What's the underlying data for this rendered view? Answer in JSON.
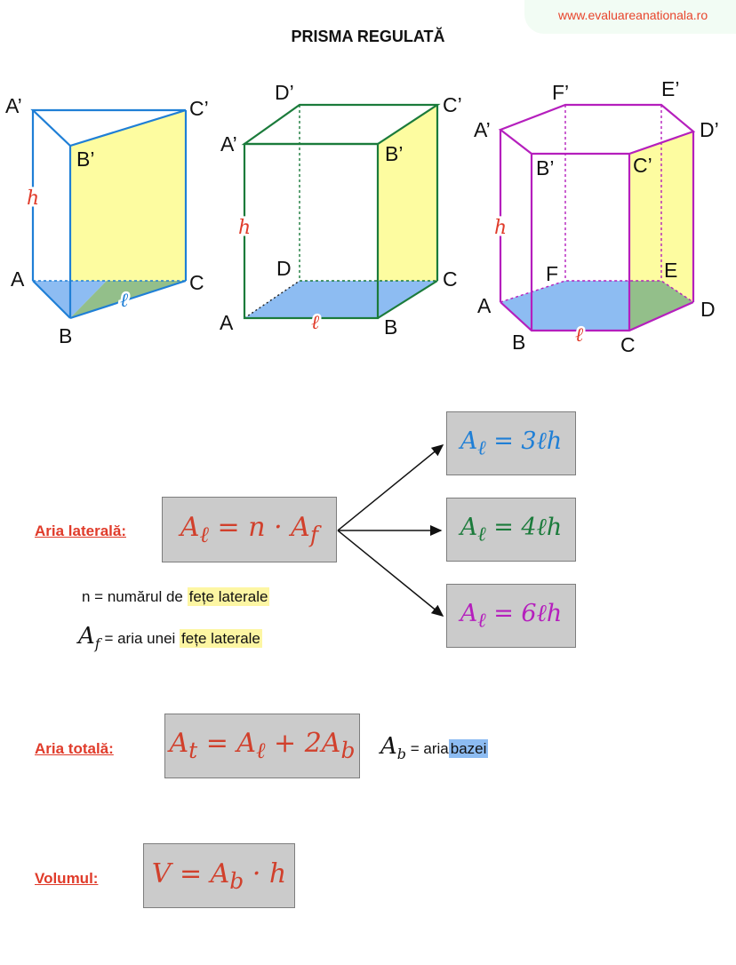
{
  "watermark": "www.evaluareanationala.ro",
  "title": "PRISMA REGULATĂ",
  "figures": {
    "triangular": {
      "vertices": [
        "A’",
        "B’",
        "C’",
        "A",
        "B",
        "C"
      ],
      "height_label": "h",
      "edge_label": "ℓ"
    },
    "square": {
      "vertices": [
        "D’",
        "C’",
        "A’",
        "B’",
        "D",
        "C",
        "A",
        "B"
      ],
      "height_label": "h",
      "edge_label": "ℓ"
    },
    "hexagonal": {
      "vertices": [
        "F’",
        "E’",
        "A’",
        "D’",
        "B’",
        "C’",
        "F",
        "E",
        "A",
        "D",
        "B",
        "C"
      ],
      "height_label": "h",
      "edge_label": "ℓ"
    }
  },
  "lateral": {
    "label": "Aria laterală:",
    "formula": "A<sub>ℓ</sub> = n · A<sub>f</sub>",
    "results": [
      {
        "formula": "A<sub>ℓ</sub> = 3ℓh",
        "color": "#1f7fd6"
      },
      {
        "formula": "A<sub>ℓ</sub> = 4ℓh",
        "color": "#1b7b3b"
      },
      {
        "formula": "A<sub>ℓ</sub> = 6ℓh",
        "color": "#b51fbd"
      }
    ],
    "note_n": {
      "prefix": "n = numărul de",
      "highlight": "fețe laterale"
    },
    "note_af": {
      "symbol": "A",
      "sub": "f",
      "prefix": "= aria unei",
      "highlight": "fețe laterale"
    }
  },
  "total": {
    "label": "Aria totală:",
    "formula": "A<sub>t</sub> = A<sub>ℓ</sub> + 2A<sub>b</sub>",
    "note_ab": {
      "symbol": "A",
      "sub": "b",
      "prefix": "= aria",
      "highlight": "bazei"
    }
  },
  "volume": {
    "label": "Volumul:",
    "formula": "V = A<sub>b</sub> · h"
  },
  "colors": {
    "triangular": "#1f7fd6",
    "square": "#1b7b3b",
    "hexagonal": "#b51fbd",
    "lateral_face": "#fdfca0",
    "base": "#8dbcf2",
    "base_shared": "#93bf8a",
    "formula_red": "#d1402c"
  }
}
